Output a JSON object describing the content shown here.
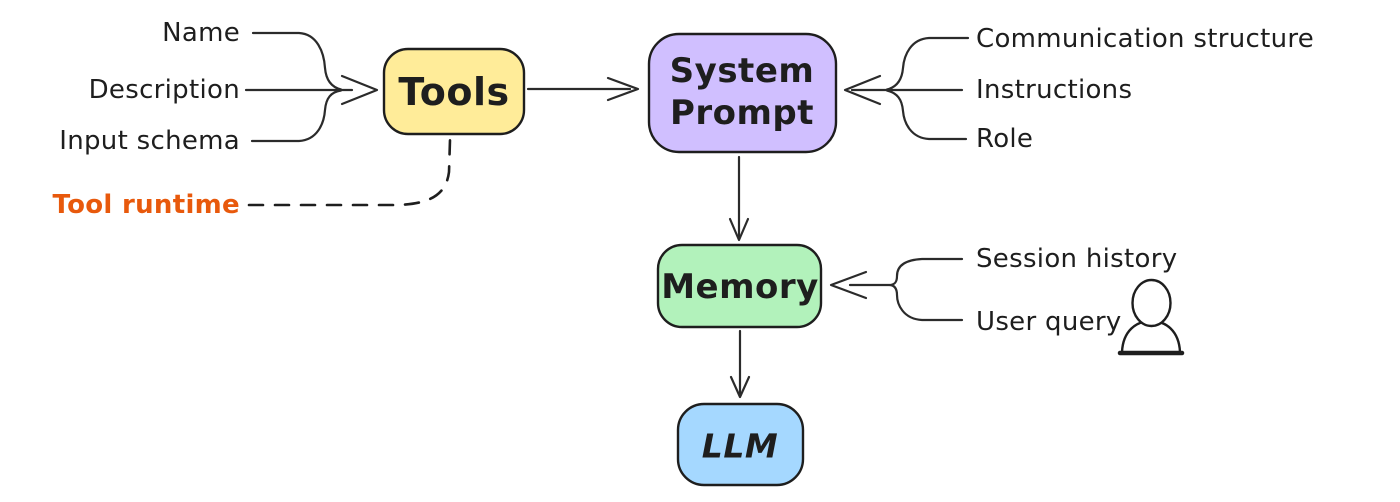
{
  "canvas": {
    "background": "#ffffff",
    "ink": "#1e1e1e"
  },
  "boxes": {
    "tools": {
      "label": "Tools",
      "fill": "#ffec99"
    },
    "system_prompt": {
      "line1": "System",
      "line2": "Prompt",
      "fill": "#d0bfff"
    },
    "memory": {
      "label": "Memory",
      "fill": "#b2f2bb"
    },
    "llm": {
      "label": "LLM",
      "fill": "#a5d8ff"
    }
  },
  "tools_inputs": {
    "items": [
      {
        "label": "Name"
      },
      {
        "label": "Description"
      },
      {
        "label": "Input schema"
      }
    ]
  },
  "tool_runtime": {
    "label": "Tool runtime",
    "color": "#e8590c",
    "connector": "dashed"
  },
  "system_prompt_inputs": {
    "items": [
      {
        "label": "Communication structure"
      },
      {
        "label": "Instructions"
      },
      {
        "label": "Role"
      }
    ]
  },
  "memory_inputs": {
    "items": [
      {
        "label": "Session history"
      },
      {
        "label": "User query"
      }
    ],
    "icon": "user-icon"
  }
}
